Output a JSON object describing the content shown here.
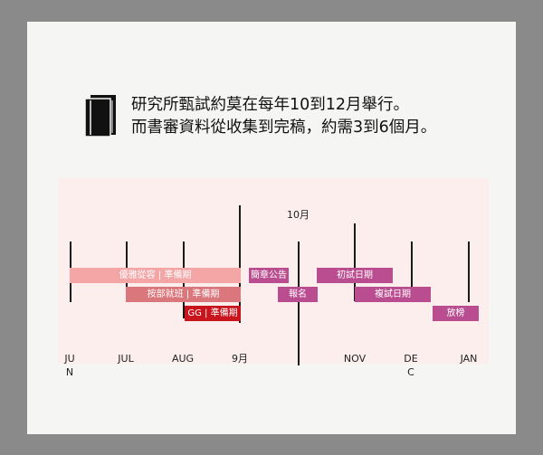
{
  "heading": {
    "line1": "研究所甄試約莫在每年10到12月舉行。",
    "line2": "而書審資料從收集到完稿，約需3到6個月。"
  },
  "icon": "book-icon",
  "timeline": {
    "top_label": "10月",
    "months": [
      "JU\nN",
      "JUL",
      "AUG",
      "9月",
      "NOV",
      "DE\nC",
      "JAN"
    ],
    "bars": [
      {
        "label": "優雅從容 | 準備期",
        "color": "#f4a6a6"
      },
      {
        "label": "按部就班 | 準備期",
        "color": "#d9777c"
      },
      {
        "label": "GG | 準備期",
        "color": "#c7141d"
      },
      {
        "label": "簡章公告",
        "color": "#b94d8f"
      },
      {
        "label": "報名",
        "color": "#b94d8f"
      },
      {
        "label": "初試日期",
        "color": "#b94d8f"
      },
      {
        "label": "複試日期",
        "color": "#b94d8f"
      },
      {
        "label": "放榜",
        "color": "#b94d8f"
      }
    ]
  }
}
